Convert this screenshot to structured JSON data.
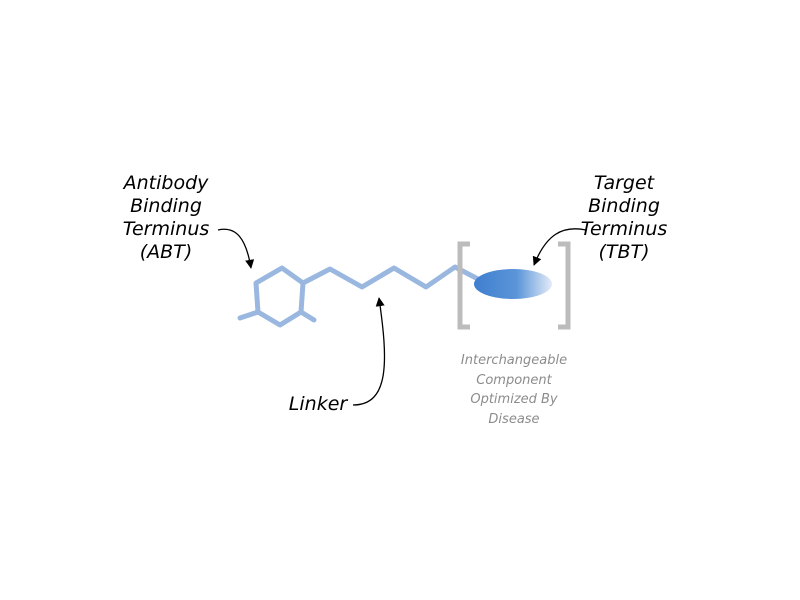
{
  "labels": {
    "abt": [
      "Antibody",
      "Binding",
      "Terminus",
      "(ABT)"
    ],
    "tbt": [
      "Target",
      "Binding",
      "Terminus",
      "(TBT)"
    ],
    "linker": "Linker",
    "interchangeable": [
      "Interchangeable",
      "Component",
      "Optimized By",
      "Disease"
    ]
  },
  "colors": {
    "structure": "#9ab7e0",
    "ellipse_dark": "#3f7fcf",
    "ellipse_light": "#dfe9f7",
    "bracket": "#bcbcbc",
    "note_text": "#8c8c8c",
    "text": "#000000"
  }
}
